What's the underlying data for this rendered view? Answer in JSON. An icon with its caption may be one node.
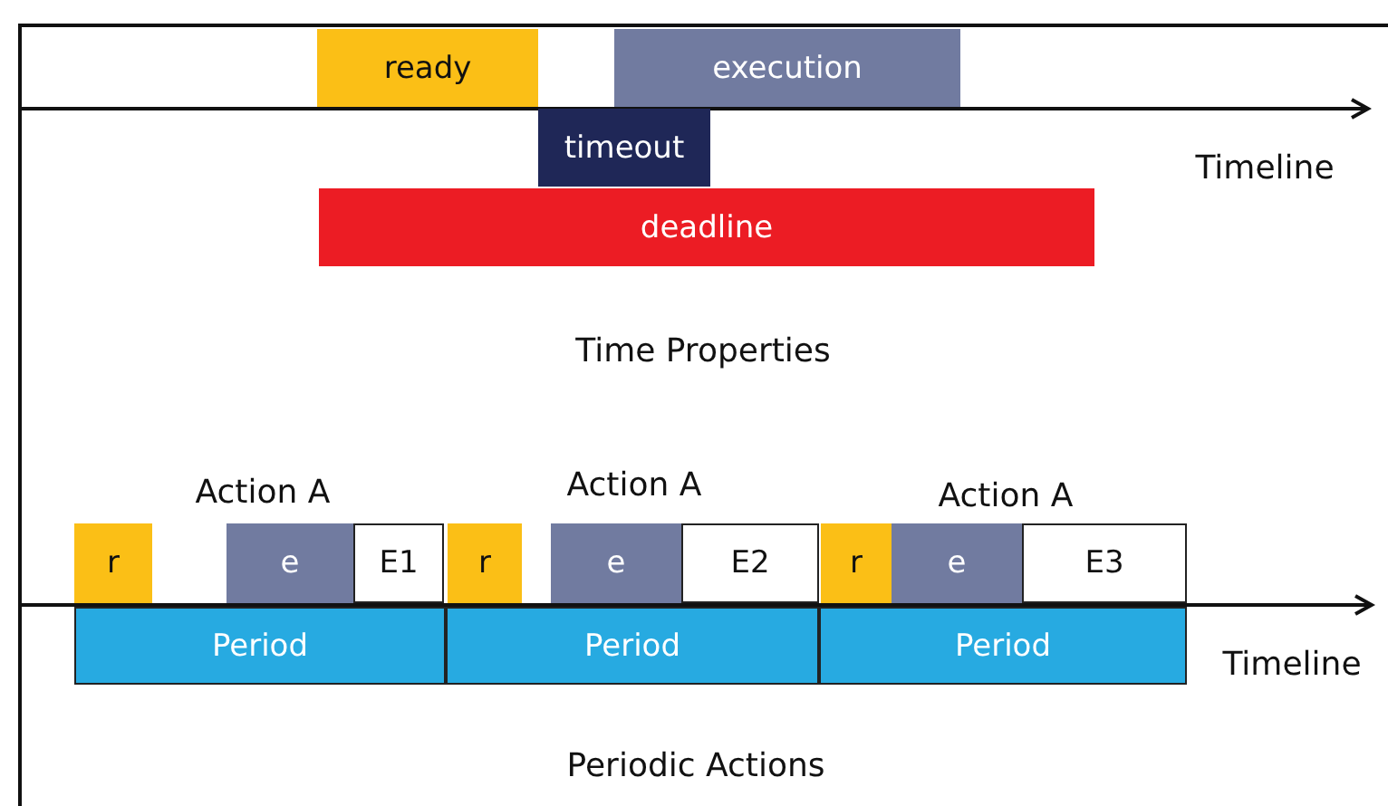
{
  "diagram": {
    "nodes": [
      {
        "text": [
          "ready"
        ]
      },
      {
        "text": [
          "execution"
        ]
      },
      {
        "text": [
          "timeout"
        ]
      },
      {
        "text": [
          "deadline"
        ]
      },
      {
        "text": [
          "r"
        ]
      },
      {
        "text": [
          "e"
        ]
      },
      {
        "text": [
          "E1"
        ]
      },
      {
        "text": [
          "r"
        ]
      },
      {
        "text": [
          "e"
        ]
      },
      {
        "text": [
          "E2"
        ]
      },
      {
        "text": [
          "r"
        ]
      },
      {
        "text": [
          "e"
        ]
      },
      {
        "text": [
          "E3"
        ]
      },
      {
        "text": [
          "Period"
        ]
      },
      {
        "text": [
          "Period"
        ]
      },
      {
        "text": [
          "Period"
        ]
      }
    ],
    "labels": [
      "Timeline",
      "Time Properties",
      "Action A",
      "Action A",
      "Action A",
      "Timeline",
      "Periodic Actions"
    ]
  }
}
